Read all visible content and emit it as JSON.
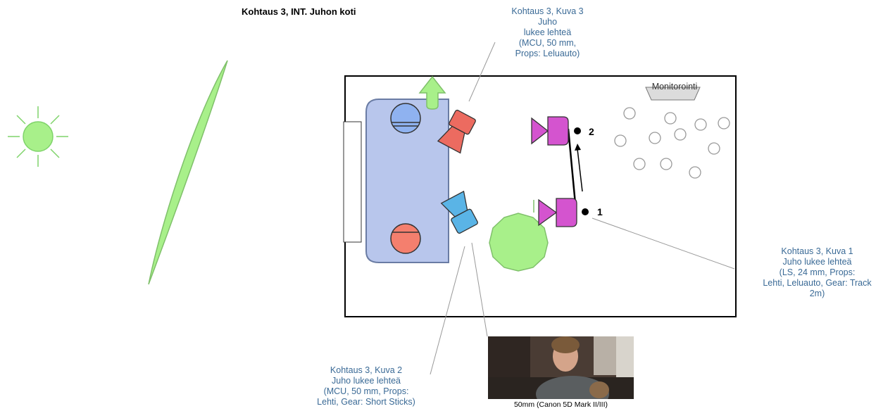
{
  "scene": {
    "title": "Kohtaus 3, INT. Juhon koti"
  },
  "shots": {
    "shot3": "Kohtaus 3, Kuva 3\nJuho\nlukee lehteä\n(MCU, 50 mm,\nProps: Leluauto)",
    "shot1": "Kohtaus 3, Kuva 1\nJuho lukee lehteä\n(LS, 24 mm, Props:\nLehti, Leluauto, Gear: Track\n2m)",
    "shot2": "Kohtaus 3, Kuva 2\nJuho lukee lehteä\n(MCU, 50 mm, Props:\nLehti, Gear: Short Sticks)"
  },
  "camera_positions": {
    "first": "1",
    "second": "2"
  },
  "monitor": {
    "label": "Monitorointi"
  },
  "thumbnail": {
    "caption": "50mm (Canon 5D Mark II/III)"
  },
  "colors": {
    "sun": "#a8f08a",
    "light_panel": "#a8f08a",
    "sofa": "#b8c6ec",
    "person_blue": "#8fb2f0",
    "person_red": "#f47f6e",
    "camera_red": "#ec6b60",
    "camera_blue": "#5ab4e6",
    "camera_magenta": "#d454cf",
    "plant": "#a8f08a",
    "label_blue": "#3a6a96"
  }
}
